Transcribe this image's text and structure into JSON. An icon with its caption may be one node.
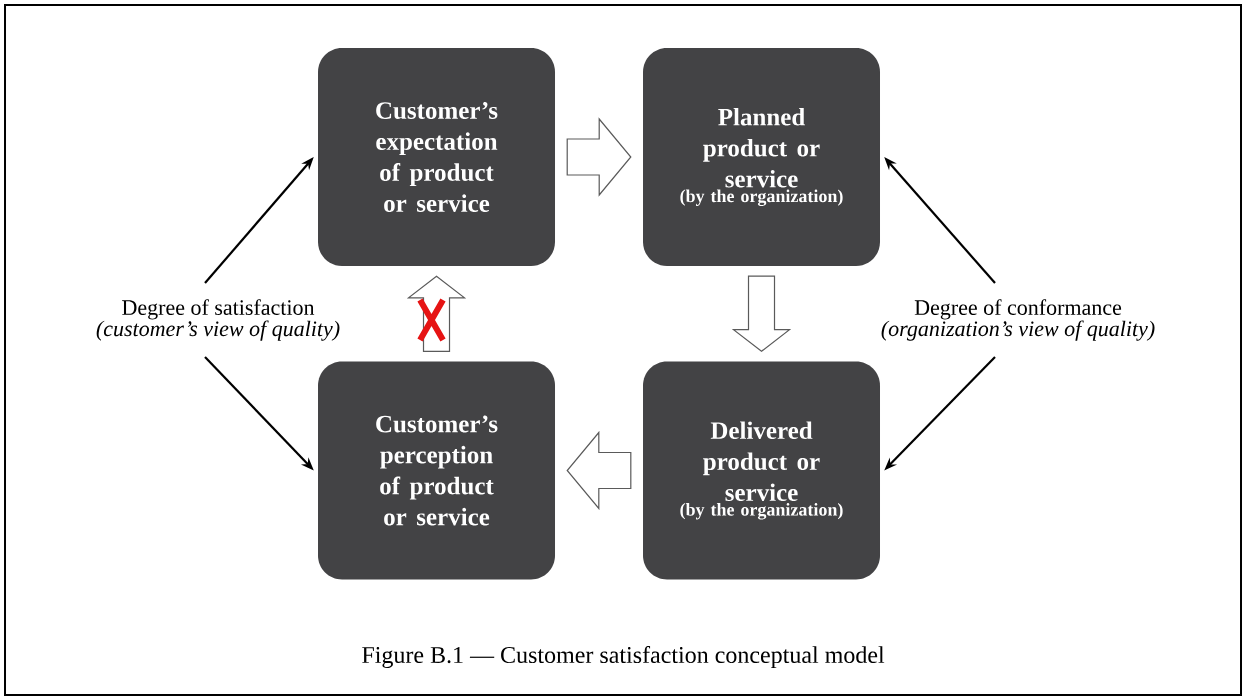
{
  "diagram": {
    "caption": "Figure B.1 — Customer satisfaction conceptual model",
    "nodes": [
      {
        "text": [
          "Customer’s expectation of product or service"
        ]
      },
      {
        "text": [
          "Planned product or service",
          "(by the organization)"
        ]
      },
      {
        "text": [
          "Degree of satisfaction",
          "(customer’s view of quality)"
        ]
      },
      {
        "text": [
          "Degree of conformance",
          "(organization’s view of quality)"
        ]
      },
      {
        "text": [
          "Customer’s perception of product or service"
        ]
      },
      {
        "text": [
          "Delivered product or service",
          "(by the organization)"
        ]
      }
    ],
    "edges": [
      {
        "from": 0,
        "to": 1,
        "arrow": "to",
        "style": "thick"
      },
      {
        "from": 1,
        "to": 5,
        "arrow": "to",
        "style": "thick"
      },
      {
        "from": 5,
        "to": 4,
        "arrow": "to",
        "style": "thick"
      },
      {
        "from": 4,
        "to": 0,
        "arrow": "to",
        "style": "thick"
      },
      {
        "from": 2,
        "to": 0,
        "arrow": "to"
      },
      {
        "from": 2,
        "to": 4,
        "arrow": "to"
      },
      {
        "from": 3,
        "to": 1,
        "arrow": "to"
      },
      {
        "from": 3,
        "to": 5,
        "arrow": "to"
      }
    ]
  }
}
